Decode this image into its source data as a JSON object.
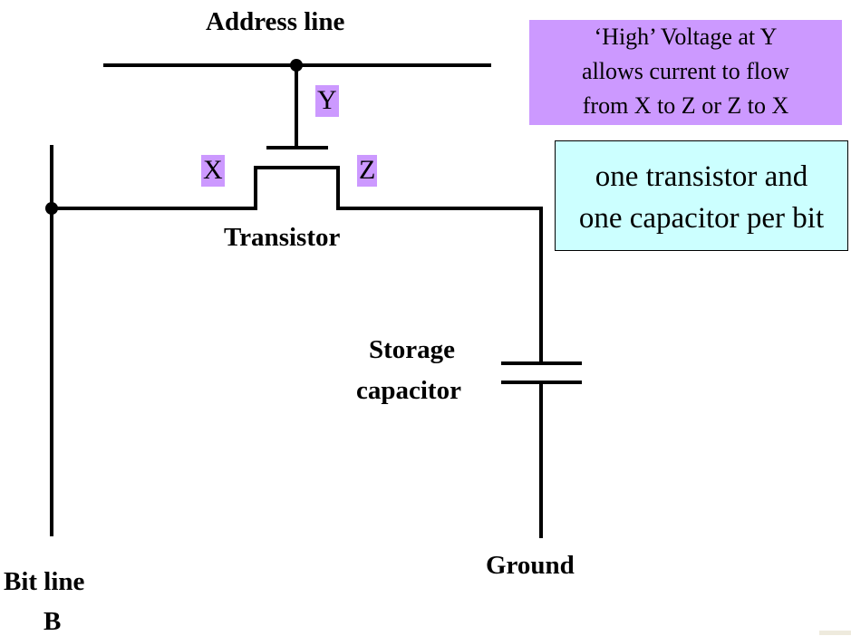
{
  "diagram": {
    "title": "DRAM cell",
    "labels": {
      "address_line": "Address line",
      "transistor": "Transistor",
      "storage_capacitor": [
        "Storage",
        "capacitor"
      ],
      "ground": "Ground",
      "bit_line": [
        "Bit line",
        "B"
      ]
    },
    "terminals": {
      "gate": "Y",
      "source": "X",
      "drain": "Z"
    },
    "notes": {
      "voltage_note": [
        "‘High’ Voltage at Y",
        "allows current to flow",
        "from X to Z or Z to X"
      ],
      "summary_note": [
        "one transistor and",
        "one capacitor per bit"
      ]
    },
    "colors": {
      "highlight_purple": "#cc99ff",
      "note_cyan": "#ccffff",
      "wire": "#000000"
    }
  }
}
